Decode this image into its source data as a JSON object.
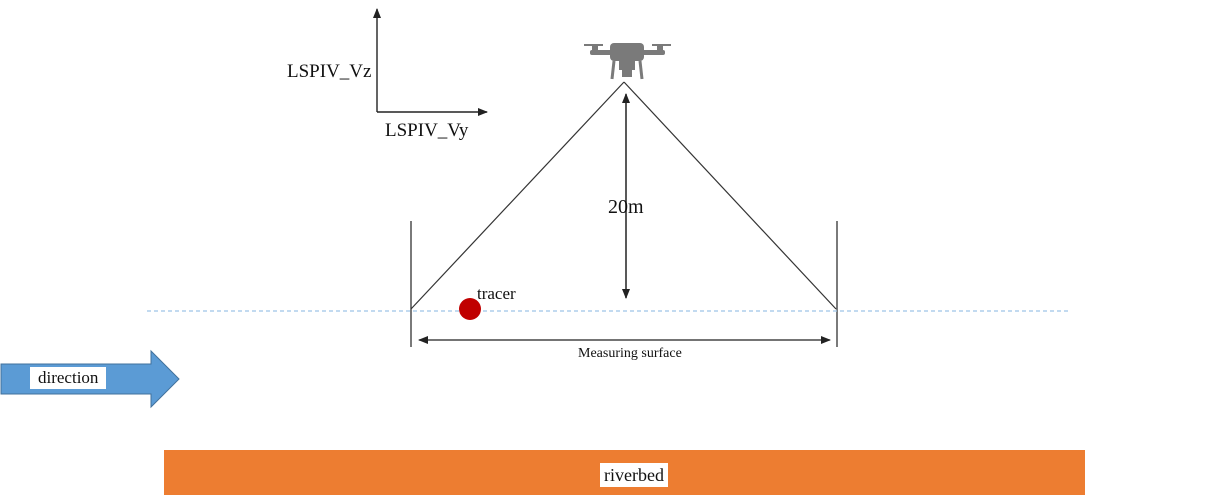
{
  "labels": {
    "axis_vertical": "LSPIV_Vz",
    "axis_horizontal": "LSPIV_Vy",
    "height": "20m",
    "tracer": "tracer",
    "measuring_surface": "Measuring surface",
    "direction": "direction",
    "riverbed": "riverbed"
  },
  "colors": {
    "direction_arrow": "#5b9bd5",
    "riverbed": "#ed7d31",
    "tracer": "#c00000",
    "water_surface": "#9dc3e6",
    "lines": "#333333",
    "drone": "#7f7f7f"
  },
  "icons": {
    "drone": "drone-icon"
  }
}
